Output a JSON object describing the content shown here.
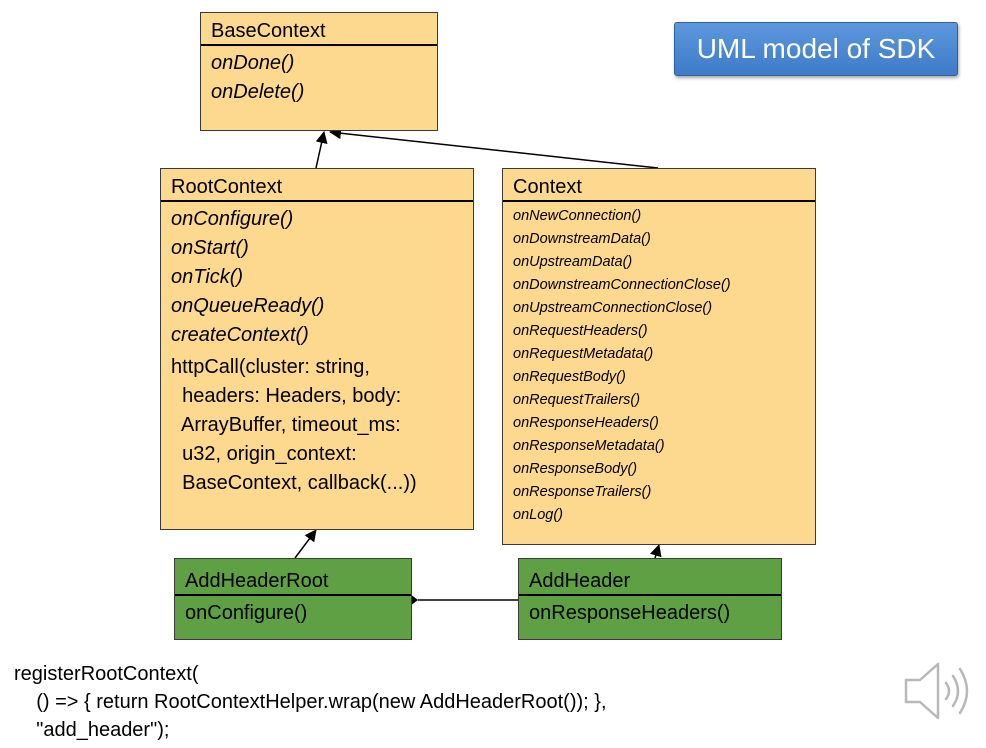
{
  "title": "UML model of SDK",
  "base_context": {
    "name": "BaseContext",
    "methods": [
      "onDone()",
      "onDelete()"
    ]
  },
  "root_context": {
    "name": "RootContext",
    "methods": [
      "onConfigure()",
      "onStart()",
      "onTick()",
      "onQueueReady()",
      "createContext()"
    ],
    "http_call": [
      "httpCall(cluster: string,",
      "  headers: Headers, body:",
      "  ArrayBuffer, timeout_ms:",
      "  u32, origin_context:",
      "  BaseContext, callback(...))"
    ]
  },
  "context": {
    "name": "Context",
    "methods": [
      "onNewConnection()",
      "onDownstreamData()",
      "onUpstreamData()",
      "onDownstreamConnectionClose()",
      "onUpstreamConnectionClose()",
      "onRequestHeaders()",
      "onRequestMetadata()",
      "onRequestBody()",
      "onRequestTrailers()",
      "onResponseHeaders()",
      "onResponseMetadata()",
      "onResponseBody()",
      "onResponseTrailers()",
      "onLog()"
    ]
  },
  "add_header_root": {
    "name": "AddHeaderRoot",
    "methods": [
      "onConfigure()"
    ]
  },
  "add_header": {
    "name": "AddHeader",
    "methods": [
      "onResponseHeaders()"
    ]
  },
  "code": {
    "line1": "registerRootContext(",
    "line2": "    () => { return RootContextHelper.wrap(new AddHeaderRoot()); },",
    "line3": "    \"add_header\");"
  },
  "colors": {
    "class_fill": "#fdd98f",
    "impl_fill": "#5ea043",
    "title_fill": "#3e7bc8"
  },
  "icons": {
    "speaker": "speaker-icon"
  }
}
